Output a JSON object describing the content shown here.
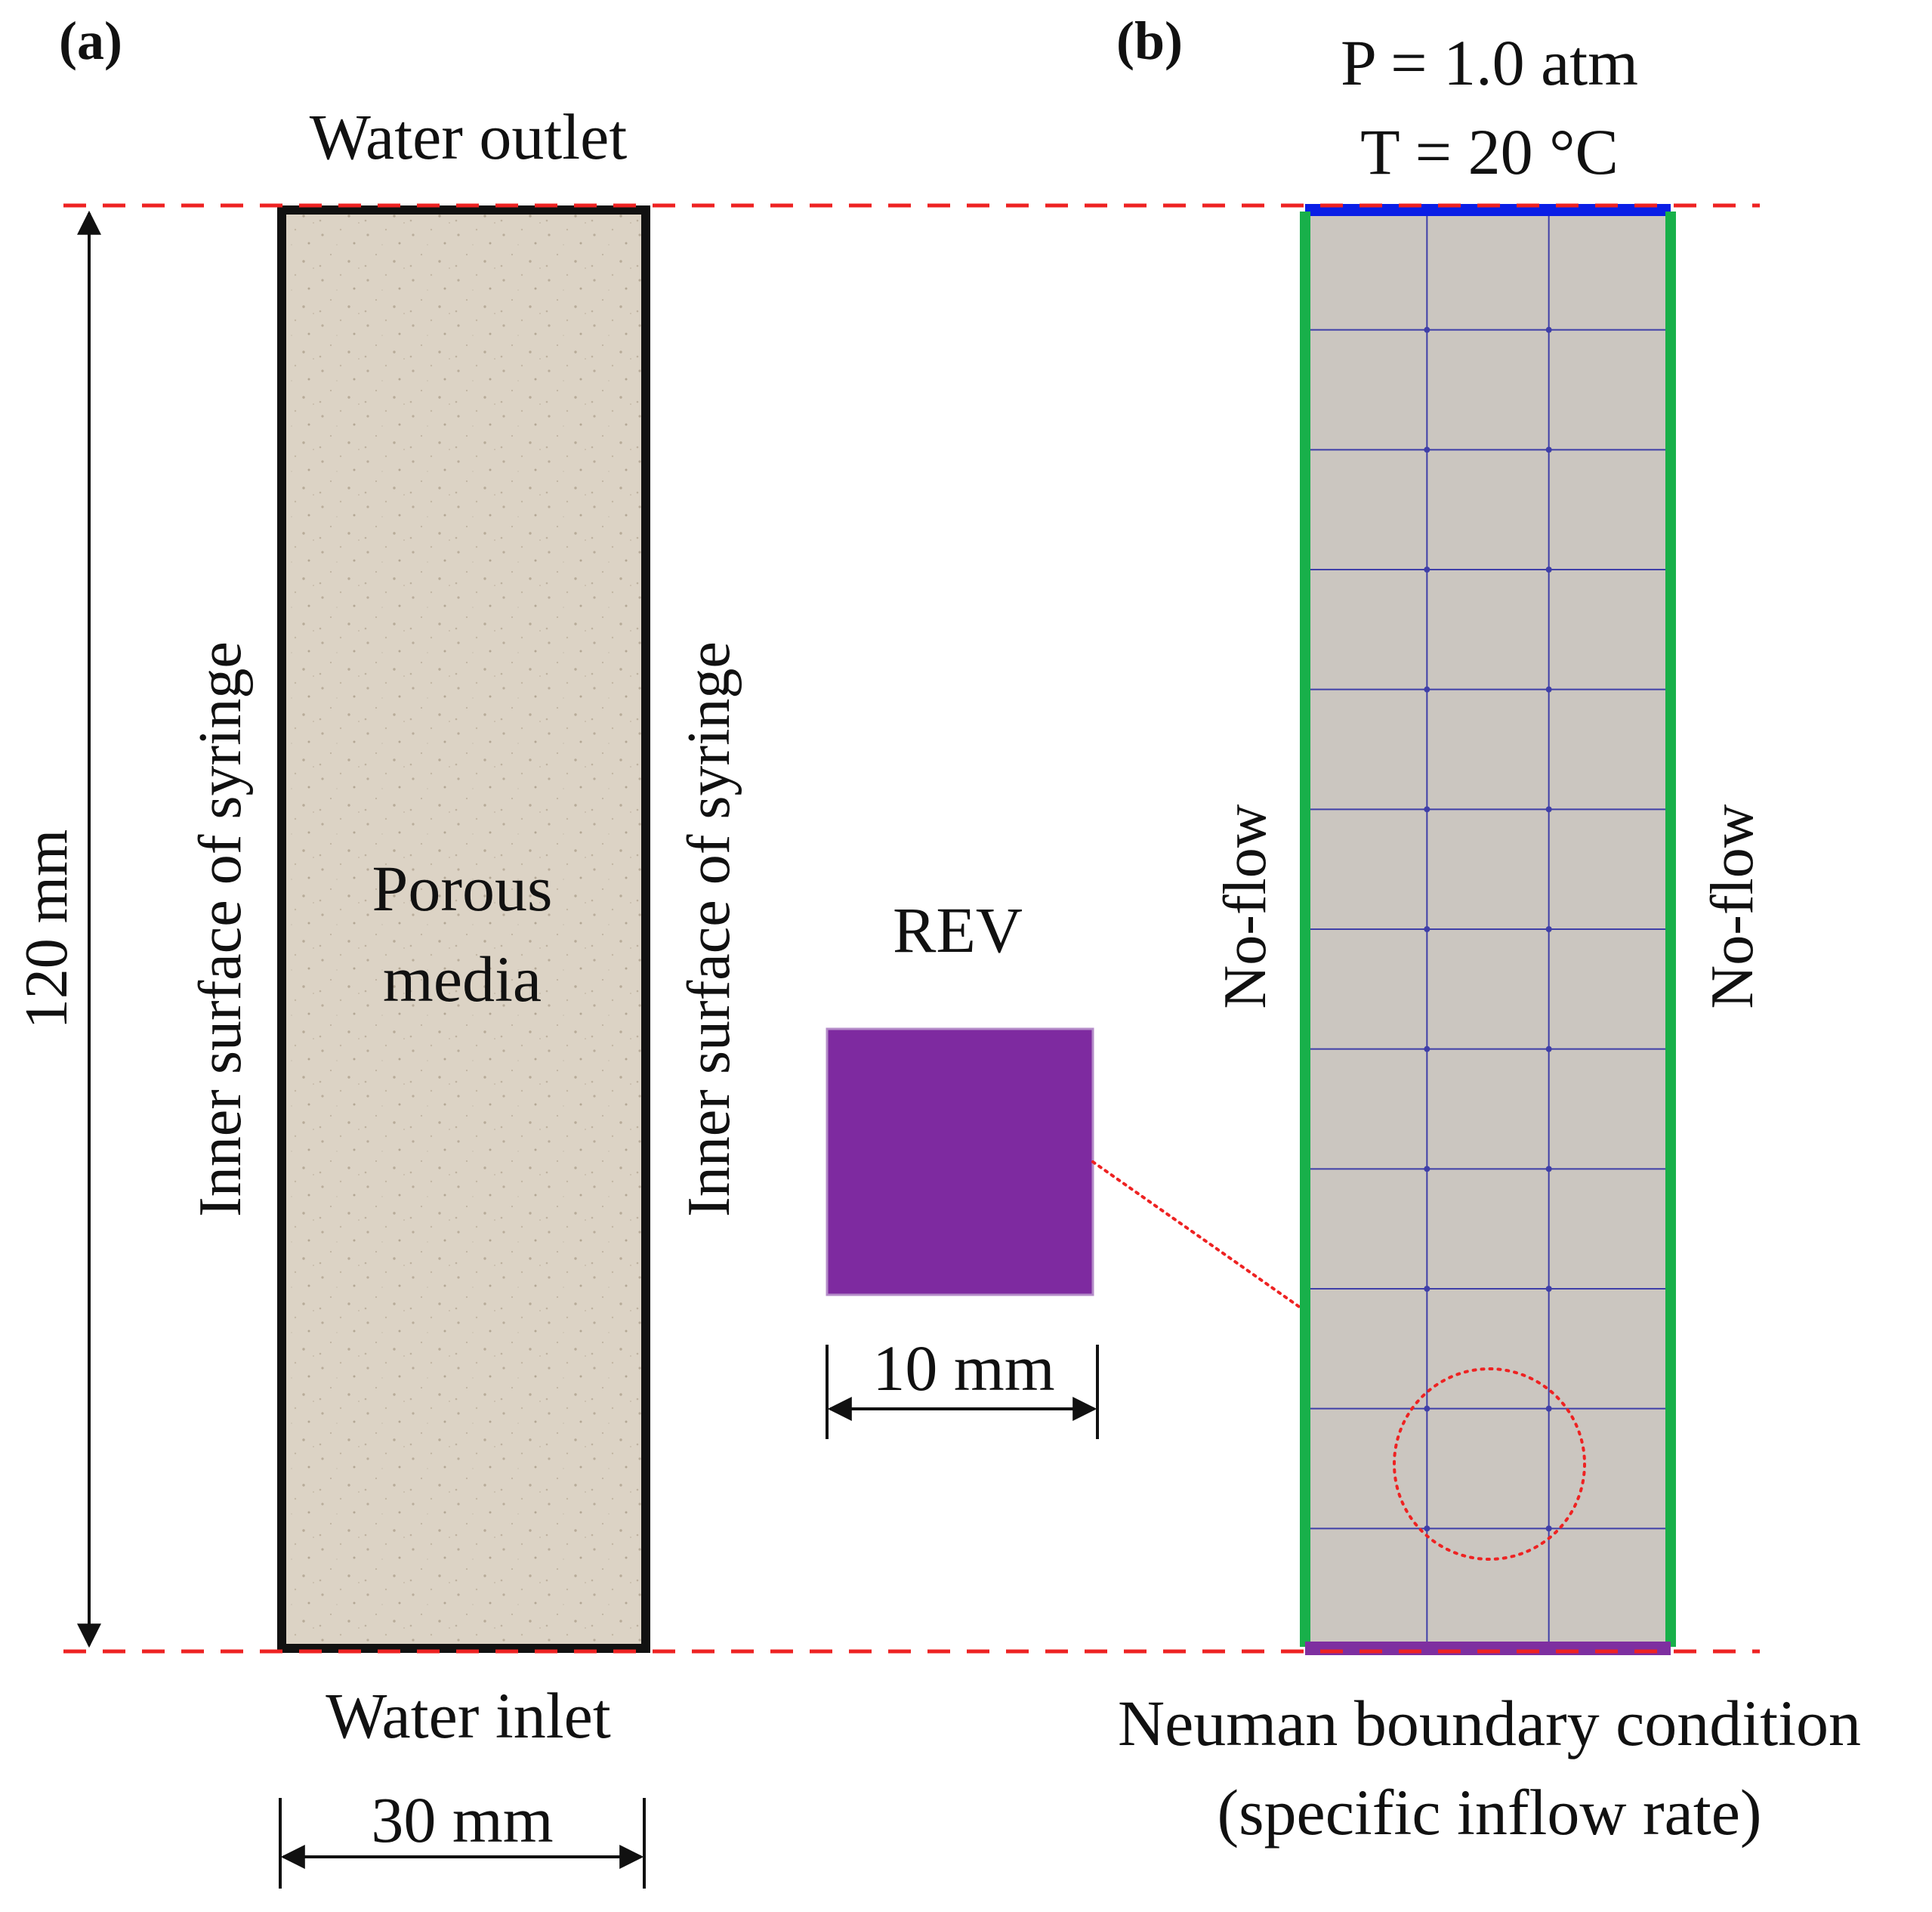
{
  "panel_a": {
    "label": "(a)",
    "outlet": "Water outlet",
    "inlet": "Water inlet",
    "media_line1": "Porous",
    "media_line2": "media",
    "left_wall": "Inner surface of syringe",
    "right_wall": "Inner surface of syringe",
    "height_dim": "120 mm",
    "width_dim": "30 mm"
  },
  "rev": {
    "label": "REV",
    "size_dim": "10 mm"
  },
  "panel_b": {
    "label": "(b)",
    "pressure": "P = 1.0 atm",
    "temperature": "T = 20 °C",
    "left_bc": "No-flow",
    "right_bc": "No-flow",
    "bottom_bc_line1": "Neuman boundary condition",
    "bottom_bc_line2": "(specific inflow rate)"
  },
  "colors": {
    "media_fill": "#dcd3c5",
    "mesh_fill": "#cbc6c0",
    "mesh_lines": "#3f3fa8",
    "top_boundary": "#0a1ee6",
    "side_boundary": "#18b04a",
    "bottom_boundary": "#7e2fa0",
    "rev_fill": "#7e2aa0",
    "reference_lines": "#ee2222"
  }
}
